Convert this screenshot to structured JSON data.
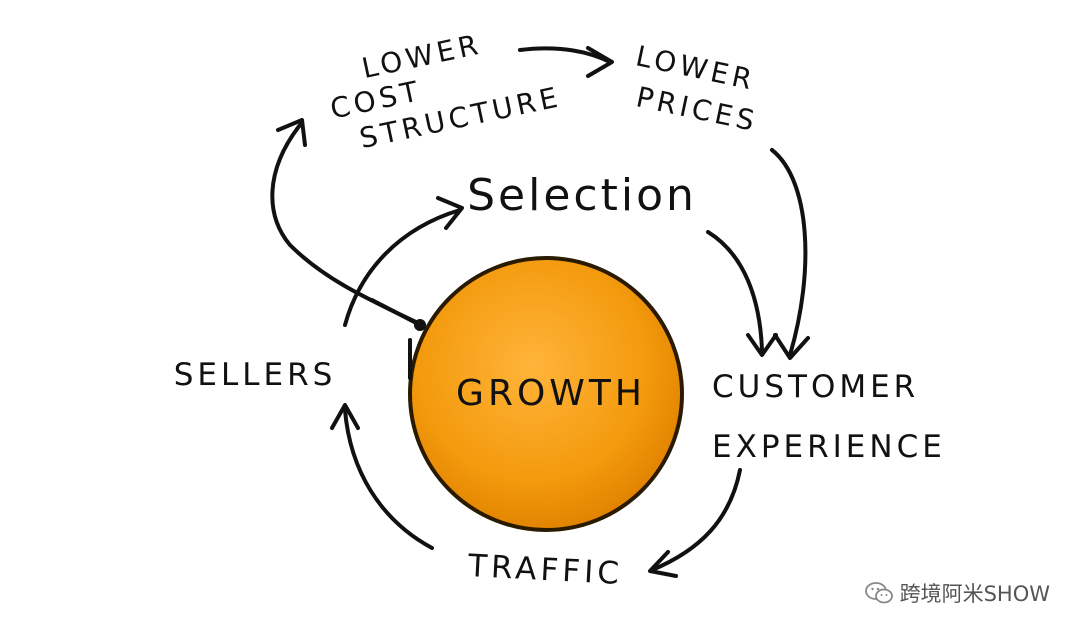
{
  "diagram": {
    "center": {
      "label": "GROWTH",
      "fill": "#f39a0d",
      "stroke": "#2a1a00"
    },
    "nodes": {
      "lower_cost_structure": [
        "LOWER",
        "COST",
        "STRUCTURE"
      ],
      "lower_prices": [
        "LOWER",
        "PRICES"
      ],
      "selection": "Selection",
      "customer_experience": [
        "CUSTOMER",
        "EXPERIENCE"
      ],
      "traffic": "TRAFFIC",
      "sellers": "SELLERS"
    }
  },
  "watermark": {
    "text": "跨境阿米SHOW",
    "icon": "wechat-icon"
  }
}
